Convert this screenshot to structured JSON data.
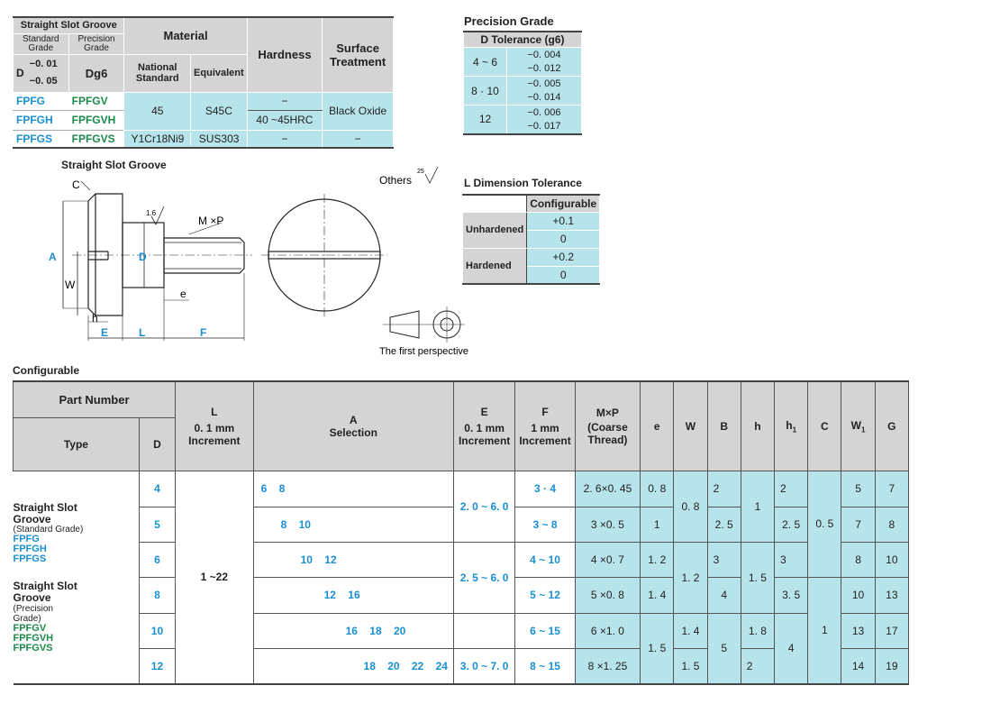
{
  "material_table": {
    "col_groove": "Straight Slot Groove",
    "col_standard": "Standard Grade",
    "col_precision": "Precision Grade",
    "d_label": "D",
    "d_tol_top": "−0. 01",
    "d_tol_bottom": "−0. 05",
    "dg6": "Dg6",
    "material": "Material",
    "national": "National Standard",
    "equivalent": "Equivalent",
    "hardness": "Hardness",
    "surface": "Surface Treatment",
    "rows": [
      {
        "std": "FPFG",
        "prec": "FPFGV"
      },
      {
        "std": "FPFGH",
        "prec": "FPFGVH"
      },
      {
        "std": "FPFGS",
        "prec": "FPFGVS"
      }
    ],
    "mat_45": "45",
    "mat_s45c": "S45C",
    "hard_dash": "−",
    "hard_hrc": "40 ~45HRC",
    "black_oxide": "Black Oxide",
    "mat_y1": "Y1Cr18Ni9",
    "mat_sus": "SUS303",
    "dash1": "−",
    "dash2": "−"
  },
  "precision_grade": {
    "title": "Precision Grade",
    "header": "D Tolerance (g6)",
    "rows": [
      {
        "d": "4 ~ 6",
        "t1": "−0. 004",
        "t2": "−0. 012"
      },
      {
        "d": "8 · 10",
        "t1": "−0. 005",
        "t2": "−0. 014"
      },
      {
        "d": "12",
        "t1": "−0. 006",
        "t2": "−0. 017"
      }
    ]
  },
  "drawing": {
    "title": "Straight Slot Groove",
    "others": "Others",
    "others_val": "25",
    "lbl_c": "C",
    "lbl_mp": "M ×P",
    "lbl_a": "A",
    "lbl_d": "D",
    "lbl_w": "W",
    "lbl_e_small": "e",
    "lbl_h": "h",
    "lbl_E": "E",
    "lbl_L": "L",
    "lbl_F": "F",
    "rough": "1.6",
    "perspective": "The first perspective"
  },
  "l_tolerance": {
    "title": "L Dimension Tolerance",
    "configurable": "Configurable",
    "unhardened": "Unhardened",
    "hardened": "Hardened",
    "u_top": "+0.1",
    "u_bot": "0",
    "h_top": "+0.2",
    "h_bot": "0"
  },
  "configurable_title": "Configurable",
  "main_table": {
    "part_number": "Part Number",
    "type": "Type",
    "d": "D",
    "l": "L",
    "l_sub": "0. 1 mm Increment",
    "a": "A",
    "a_sub": "Selection",
    "e": "E",
    "e_sub": "0. 1 mm Increment",
    "f": "F",
    "f_sub": "1 mm Increment",
    "mp": "M×P",
    "mp_sub": "(Coarse Thread)",
    "col_e": "e",
    "col_w": "W",
    "col_b": "B",
    "col_h": "h",
    "col_h1": "h",
    "col_h1_sub": "1",
    "col_c": "C",
    "col_w1": "W",
    "col_w1_sub": "1",
    "col_g": "G",
    "type1_name": "Straight Slot Groove",
    "type1_grade": "(Standard Grade)",
    "type1_codes": [
      "FPFG",
      "FPFGH",
      "FPFGS"
    ],
    "type2_name": "Straight Slot Groove",
    "type2_grade": "(Precision Grade)",
    "type2_codes": [
      "FPFGV",
      "FPFGVH",
      "FPFGVS"
    ],
    "l_range": "1 ~22",
    "e_range1": "2. 0 ~ 6. 0",
    "e_range2": "2. 5 ~ 6. 0",
    "e_range3": "3. 0 ~ 7. 0",
    "c_val1": "0. 5",
    "c_val2": "1",
    "rows": [
      {
        "d": "4",
        "a": "6    8",
        "f": "3 · 4",
        "mp": "2. 6×0. 45",
        "e": "0. 8",
        "w1": "5",
        "g": "7"
      },
      {
        "d": "5",
        "a": "8    10",
        "f": "3 ~ 8",
        "mp": "3 ×0. 5",
        "e": "1",
        "w1": "7",
        "g": "8"
      },
      {
        "d": "6",
        "a": "10    12",
        "f": "4 ~ 10",
        "mp": "4 ×0. 7",
        "e": "1. 2",
        "w1": "8",
        "g": "10"
      },
      {
        "d": "8",
        "a": "12    16",
        "f": "5 ~ 12",
        "mp": "5 ×0. 8",
        "e": "1. 4",
        "w1": "10",
        "g": "13"
      },
      {
        "d": "10",
        "a": "16    18    20",
        "f": "6 ~ 15",
        "mp": "6 ×1. 0",
        "w1": "13",
        "g": "17"
      },
      {
        "d": "12",
        "a": "18    20    22    24",
        "f": "8 ~ 15",
        "mp": "8 ×1. 25",
        "w1": "14",
        "g": "19"
      }
    ],
    "w_vals": [
      "0. 8",
      "1. 2",
      "1. 4",
      "1. 5"
    ],
    "e_merge": "1. 5",
    "b_vals": [
      "2",
      "2. 5",
      "3",
      "4",
      "5",
      "2"
    ],
    "h_vals": [
      "1",
      "1. 5",
      "1. 8"
    ],
    "h1_vals": [
      "2",
      "2. 5",
      "3",
      "3. 5",
      "4"
    ]
  }
}
